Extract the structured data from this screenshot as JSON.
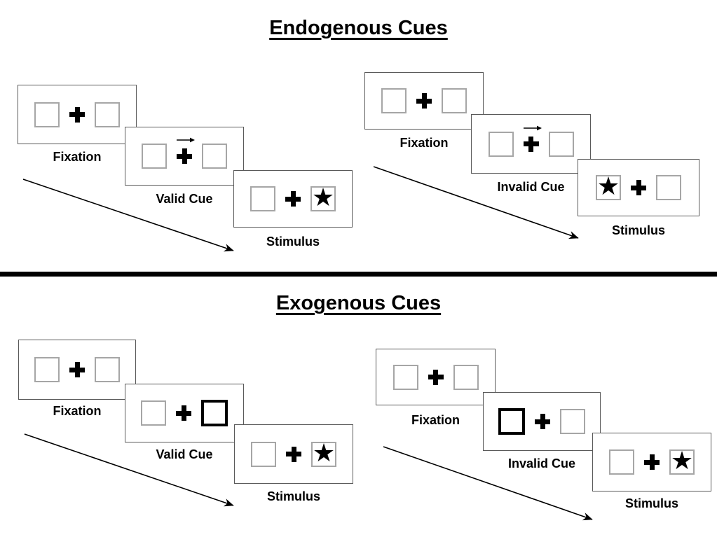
{
  "diagram": {
    "kind": "posner-cueing-task",
    "colors": {
      "background": "#ffffff",
      "ink": "#000000",
      "panel_border": "#595959",
      "box_border": "#a6a6a6",
      "highlight_box_border": "#000000"
    },
    "glyphs": {
      "star": "★"
    },
    "sections": [
      {
        "title": "Endogenous Cues",
        "sequences": [
          {
            "name": "valid-trial",
            "steps": [
              {
                "label": "Fixation",
                "left_box": "empty",
                "center": "cross",
                "right_box": "empty"
              },
              {
                "label": "Valid Cue",
                "left_box": "empty",
                "center": "cross-with-right-arrow",
                "right_box": "empty"
              },
              {
                "label": "Stimulus",
                "left_box": "empty",
                "center": "cross",
                "right_box": "star"
              }
            ]
          },
          {
            "name": "invalid-trial",
            "steps": [
              {
                "label": "Fixation",
                "left_box": "empty",
                "center": "cross",
                "right_box": "empty"
              },
              {
                "label": "Invalid Cue",
                "left_box": "empty",
                "center": "cross-with-right-arrow",
                "right_box": "empty"
              },
              {
                "label": "Stimulus",
                "left_box": "star",
                "center": "cross",
                "right_box": "empty"
              }
            ]
          }
        ]
      },
      {
        "title": "Exogenous Cues",
        "sequences": [
          {
            "name": "valid-trial",
            "steps": [
              {
                "label": "Fixation",
                "left_box": "empty",
                "center": "cross",
                "right_box": "empty"
              },
              {
                "label": "Valid Cue",
                "left_box": "empty",
                "center": "cross",
                "right_box": "highlighted"
              },
              {
                "label": "Stimulus",
                "left_box": "empty",
                "center": "cross",
                "right_box": "star"
              }
            ]
          },
          {
            "name": "invalid-trial",
            "steps": [
              {
                "label": "Fixation",
                "left_box": "empty",
                "center": "cross",
                "right_box": "empty"
              },
              {
                "label": "Invalid Cue",
                "left_box": "highlighted",
                "center": "cross",
                "right_box": "empty"
              },
              {
                "label": "Stimulus",
                "left_box": "empty",
                "center": "cross",
                "right_box": "star"
              }
            ]
          }
        ]
      }
    ]
  }
}
